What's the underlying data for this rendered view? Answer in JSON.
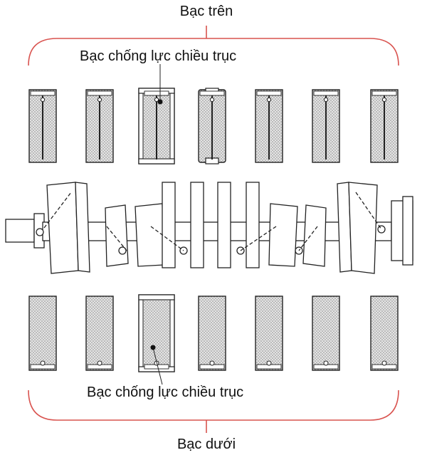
{
  "labels": {
    "upper_bearings": "Bạc trên",
    "thrust_bearing_upper": "Bạc chống lực chiều trục",
    "thrust_bearing_lower": "Bạc chống lực chiều trục",
    "lower_bearings": "Bạc dưới"
  },
  "colors": {
    "bracket": "#d9534f",
    "line": "#222222",
    "shell_fill": "#c8c8c8"
  },
  "upper_shells": [
    {
      "type": "plain"
    },
    {
      "type": "plain"
    },
    {
      "type": "thrust"
    },
    {
      "type": "center"
    },
    {
      "type": "plain"
    },
    {
      "type": "plain"
    },
    {
      "type": "plain"
    }
  ],
  "lower_shells": [
    {
      "type": "plain"
    },
    {
      "type": "plain"
    },
    {
      "type": "thrust"
    },
    {
      "type": "plain"
    },
    {
      "type": "plain"
    },
    {
      "type": "plain"
    },
    {
      "type": "plain"
    }
  ]
}
